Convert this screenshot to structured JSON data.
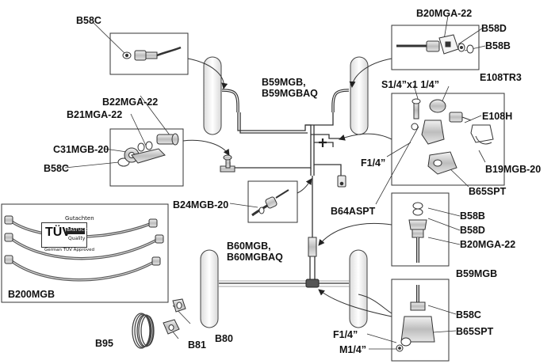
{
  "labels": {
    "b58c_top": "B58C",
    "b20mga_22_top": "B20MGA-22",
    "b58d_top": "B58D",
    "b58b_top": "B58B",
    "b59mgb_front": "B59MGB,\nB59MGBAQ",
    "e108tr3": "E108TR3",
    "s14x114": "S1/4”x1 1/4”",
    "e108h": "E108H",
    "b22mga_22": "B22MGA-22",
    "b21mga_22": "B21MGA-22",
    "c31mgb_20": "C31MGB-20",
    "b58c_mid": "B58C",
    "f14_front": "F1/4”",
    "b19mgb_20": "B19MGB-20",
    "b65spt_mid": "B65SPT",
    "b24mgb_20": "B24MGB-20",
    "b64aspt": "B64ASPT",
    "b58b_rear": "B58B",
    "b58d_rear": "B58D",
    "b20mga_22_rear": "B20MGA-22",
    "b60mgb": "B60MGB,\nB60MGBAQ",
    "b59mgb_rear": "B59MGB",
    "b200mgb": "B200MGB",
    "b58c_rear": "B58C",
    "b65spt_rear": "B65SPT",
    "f14_rear": "F1/4”",
    "m14": "M1/4”",
    "b95": "B95",
    "b81": "B81",
    "b80": "B80"
  },
  "badge": {
    "tuv": "TÜV",
    "gutachten": "Gutachten",
    "bastuck": "BASTUCK",
    "quality": "Quality",
    "approved": "German TÜV Approved"
  },
  "colors": {
    "line": "#333333",
    "label": "#111111",
    "background": "#ffffff"
  }
}
